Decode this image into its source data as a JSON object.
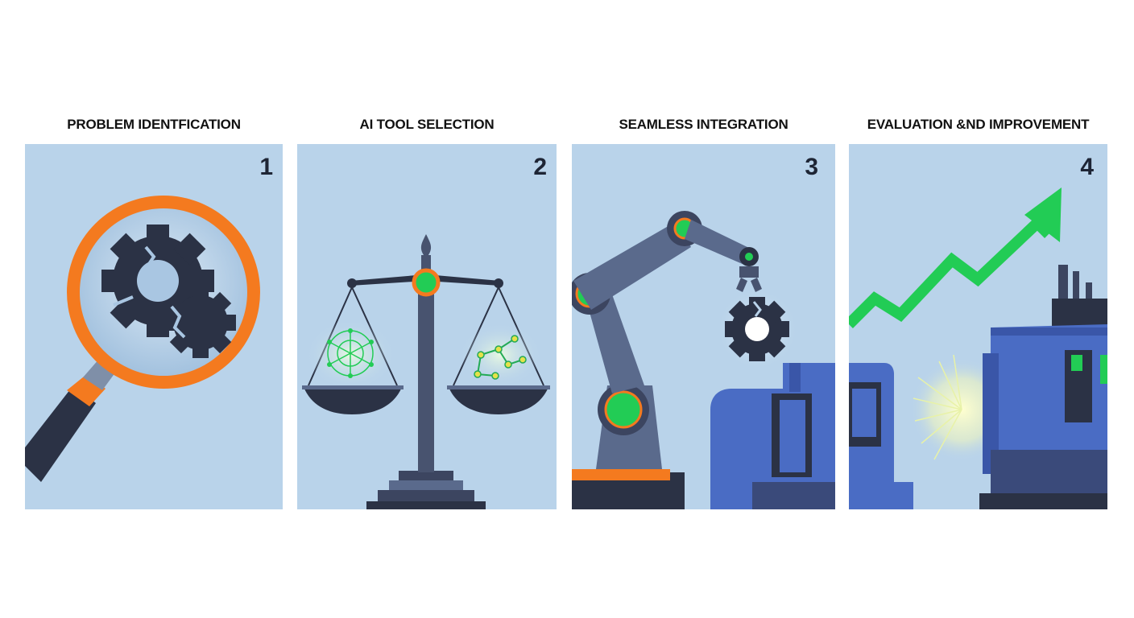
{
  "steps": [
    {
      "number": "1",
      "title": "PROBLEM IDENTFICATION",
      "illustration": "magnifier-gear-icon"
    },
    {
      "number": "2",
      "title": "AI TOOL SELECTION",
      "illustration": "balance-scale-icon"
    },
    {
      "number": "3",
      "title": "SEAMLESS INTEGRATION",
      "illustration": "robot-arm-icon"
    },
    {
      "number": "4",
      "title": "EVALUATION &ND IMPROVEMENT",
      "illustration": "growth-arrow-icon"
    }
  ],
  "colors": {
    "panel_background": "#b9d3ea",
    "dark_navy": "#2b3245",
    "accent_orange": "#f47a1f",
    "accent_green": "#22cc55",
    "machine_blue": "#4a6cc4",
    "arm_slate": "#5a6a8c"
  }
}
